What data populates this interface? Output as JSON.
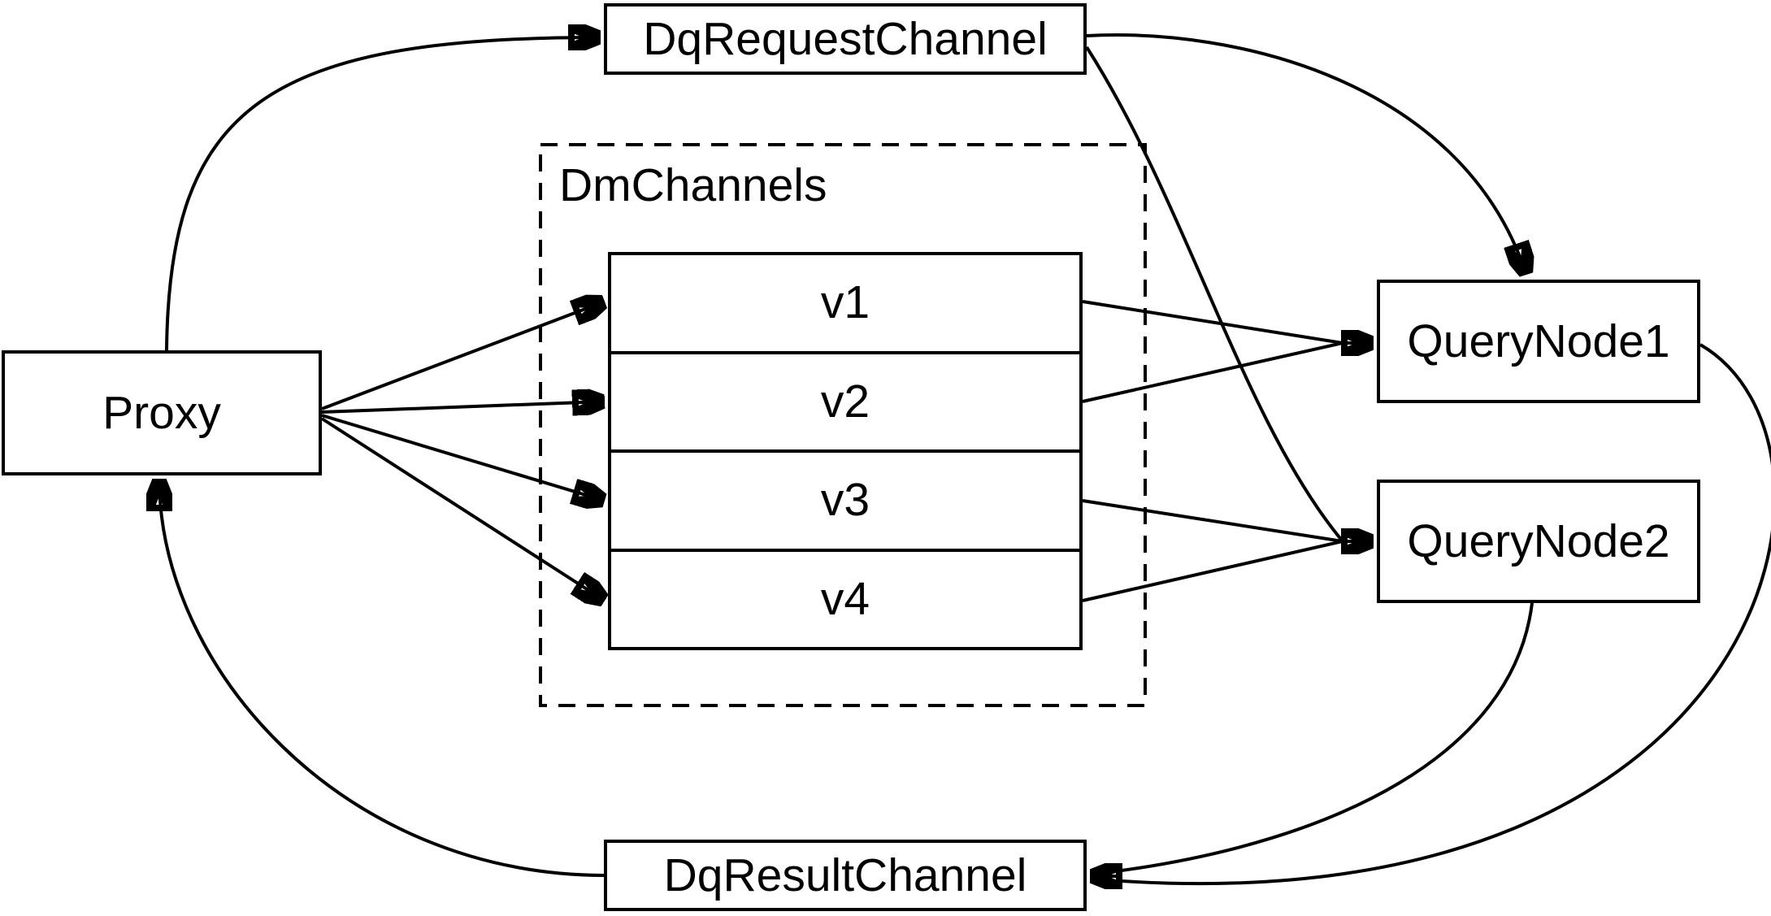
{
  "diagram": {
    "background_color": "#ffffff",
    "stroke_color": "#000000",
    "nodes": {
      "proxy": {
        "label": "Proxy"
      },
      "dq_request_channel": {
        "label": "DqRequestChannel"
      },
      "dm_channels": {
        "label": "DmChannels",
        "channels": [
          "v1",
          "v2",
          "v3",
          "v4"
        ]
      },
      "query_node_1": {
        "label": "QueryNode1"
      },
      "query_node_2": {
        "label": "QueryNode2"
      },
      "dq_result_channel": {
        "label": "DqResultChannel"
      }
    },
    "edges": [
      {
        "from": "Proxy",
        "to": "DqRequestChannel"
      },
      {
        "from": "DqRequestChannel",
        "to": "QueryNode1"
      },
      {
        "from": "DqRequestChannel",
        "to": "QueryNode2"
      },
      {
        "from": "Proxy",
        "to": "v1"
      },
      {
        "from": "Proxy",
        "to": "v2"
      },
      {
        "from": "Proxy",
        "to": "v3"
      },
      {
        "from": "Proxy",
        "to": "v4"
      },
      {
        "from": "v1",
        "to": "QueryNode1"
      },
      {
        "from": "v2",
        "to": "QueryNode1"
      },
      {
        "from": "v3",
        "to": "QueryNode2"
      },
      {
        "from": "v4",
        "to": "QueryNode2"
      },
      {
        "from": "QueryNode1",
        "to": "DqResultChannel"
      },
      {
        "from": "QueryNode2",
        "to": "DqResultChannel"
      },
      {
        "from": "DqResultChannel",
        "to": "Proxy"
      }
    ]
  }
}
